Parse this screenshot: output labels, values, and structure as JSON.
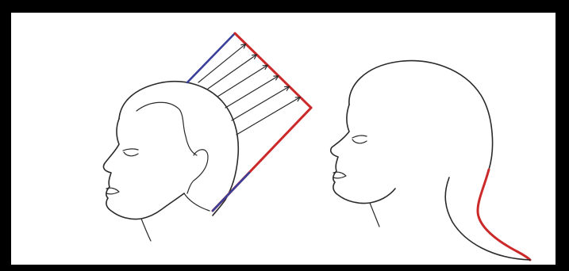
{
  "illustration": {
    "colors": {
      "background": "#000000",
      "panel": "#ffffff",
      "ink": "#2a2a2a",
      "guide_red": "#cc2a2a",
      "guide_blue": "#3a3f9a"
    },
    "figures": [
      {
        "name": "head-with-elevation-guide",
        "icon": "head-profile-icon"
      },
      {
        "name": "head-with-nape-curve",
        "icon": "head-profile-icon"
      }
    ],
    "elevation_lines": 6
  }
}
